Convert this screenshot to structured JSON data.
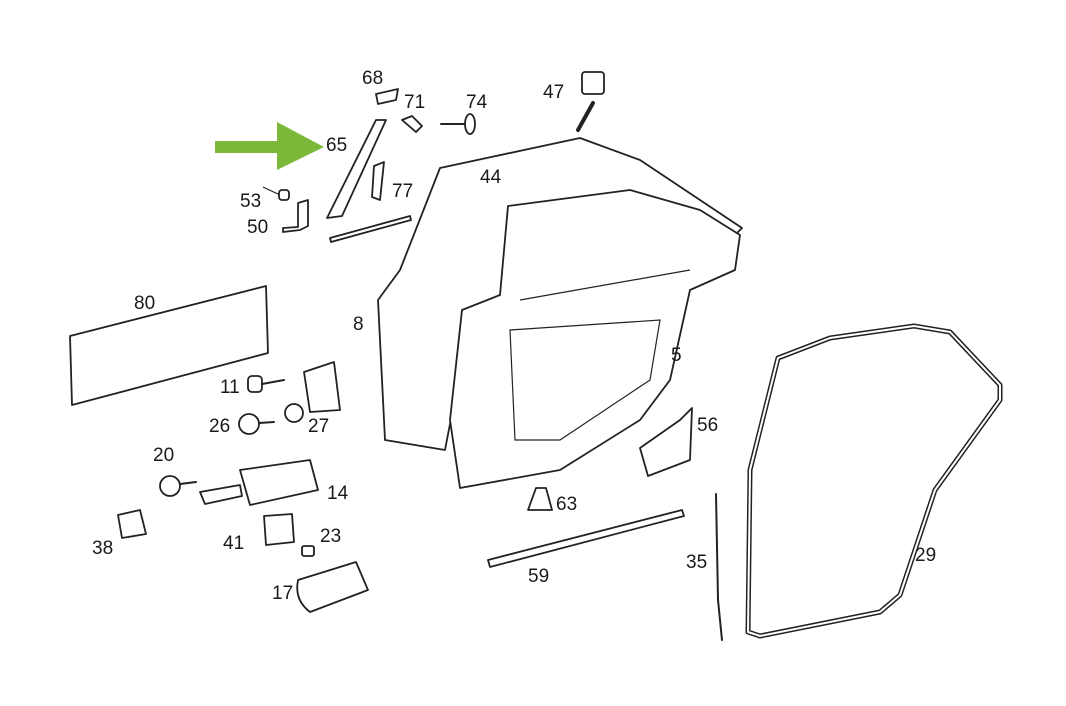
{
  "diagram": {
    "highlight_color": "#7cb93a",
    "highlighted_part": "65",
    "labels": {
      "p68": "68",
      "p71": "71",
      "p74": "74",
      "p47": "47",
      "p65": "65",
      "p53": "53",
      "p77": "77",
      "p44": "44",
      "p50": "50",
      "p80": "80",
      "p8": "8",
      "p5": "5",
      "p11": "11",
      "p26": "26",
      "p27": "27",
      "p56": "56",
      "p20": "20",
      "p14": "14",
      "p63": "63",
      "p38": "38",
      "p41": "41",
      "p23": "23",
      "p35": "35",
      "p59": "59",
      "p29": "29",
      "p17": "17"
    }
  }
}
